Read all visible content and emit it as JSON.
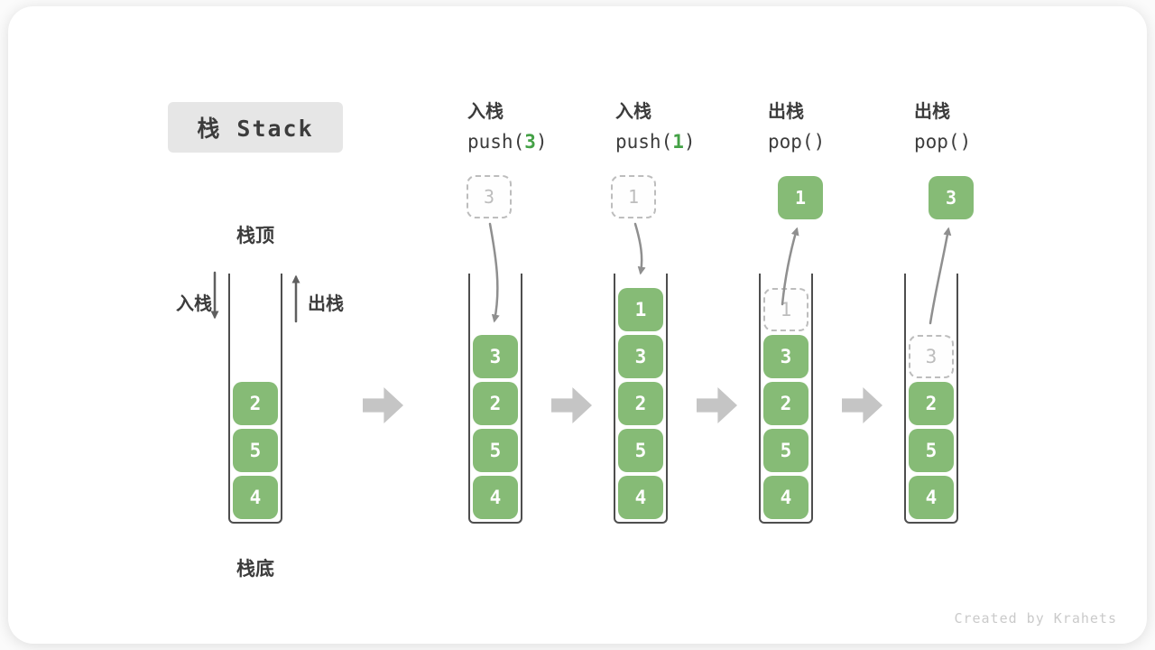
{
  "title": "栈 Stack",
  "labels": {
    "stack_top": "栈顶",
    "stack_bottom": "栈底",
    "push_side": "入栈",
    "pop_side": "出栈"
  },
  "credit": "Created by Krahets",
  "colors": {
    "cell_green": "#86bb76",
    "code_arg_green": "#44a146",
    "ghost_gray": "#bdbdbd",
    "step_arrow_gray": "#c5c5c5",
    "curve_arrow_gray": "#8f8f8f",
    "container_border": "#4e4e4e",
    "title_bg": "#e6e6e6"
  },
  "steps": [
    {
      "stack": [
        {
          "v": "2"
        },
        {
          "v": "5"
        },
        {
          "v": "4"
        }
      ]
    },
    {
      "op": "入栈",
      "code_pre": "push(",
      "code_arg": "3",
      "code_post": ")",
      "floating": "3",
      "stack": [
        {
          "v": "3"
        },
        {
          "v": "2"
        },
        {
          "v": "5"
        },
        {
          "v": "4"
        }
      ]
    },
    {
      "op": "入栈",
      "code_pre": "push(",
      "code_arg": "1",
      "code_post": ")",
      "floating": "1",
      "stack": [
        {
          "v": "1"
        },
        {
          "v": "3"
        },
        {
          "v": "2"
        },
        {
          "v": "5"
        },
        {
          "v": "4"
        }
      ]
    },
    {
      "op": "出栈",
      "code_pre": "pop(",
      "code_arg": "",
      "code_post": ")",
      "floating": "1",
      "stack": [
        {
          "v": "1",
          "ghost": true
        },
        {
          "v": "3"
        },
        {
          "v": "2"
        },
        {
          "v": "5"
        },
        {
          "v": "4"
        }
      ]
    },
    {
      "op": "出栈",
      "code_pre": "pop(",
      "code_arg": "",
      "code_post": ")",
      "floating": "3",
      "stack": [
        {
          "v": "3",
          "ghost": true
        },
        {
          "v": "2"
        },
        {
          "v": "5"
        },
        {
          "v": "4"
        }
      ]
    }
  ]
}
